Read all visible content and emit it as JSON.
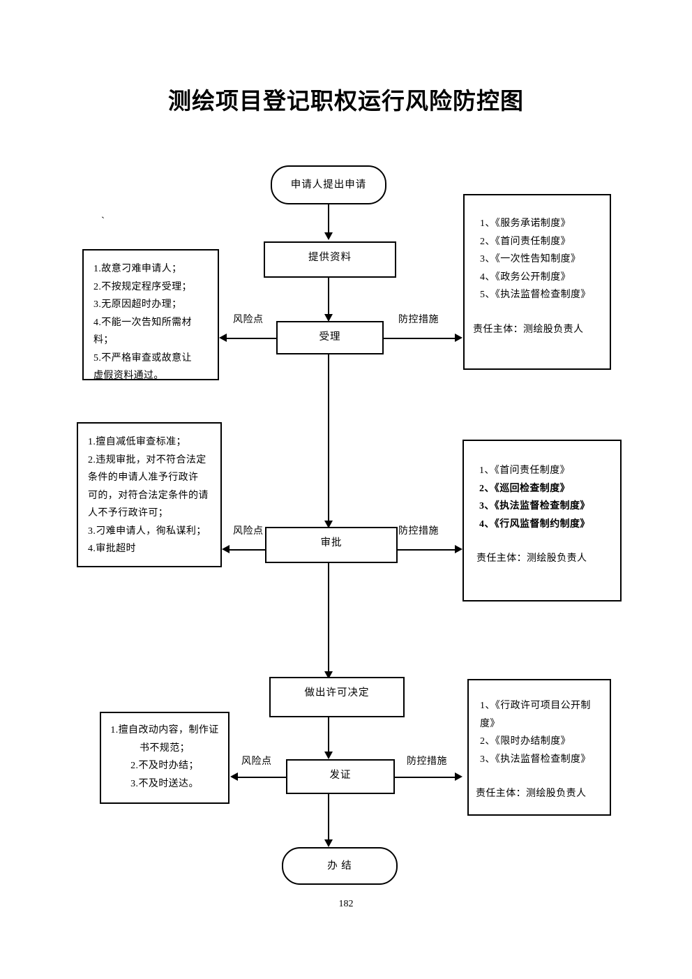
{
  "document": {
    "title": "测绘项目登记职权运行风险防控图",
    "page_number": "182",
    "stray_mark": "`"
  },
  "flow": {
    "start": "申请人提出申请",
    "step_materials": "提供资料",
    "step_acceptance": "受理",
    "step_approval": "审批",
    "step_decision": "做出许可决定",
    "step_issue": "发证",
    "end": "办 结"
  },
  "connector_labels": {
    "risk_point": "风险点",
    "control_measures": "防控措施"
  },
  "risk_boxes": {
    "acceptance": {
      "lines": [
        "1.故意刁难申请人；",
        "2.不按规定程序受理；",
        "3.无原因超时办理；",
        "4.不能一次告知所需材",
        "料；",
        "5.不严格审查或故意让",
        "虚假资料通过。"
      ]
    },
    "approval": {
      "lines": [
        "1.擅自减低审查标准；",
        "2.违规审批，对不符合法定",
        "条件的申请人准予行政许",
        "可的，对符合法定条件的请",
        "人不予行政许可；",
        "3.刁难申请人，徇私谋利；",
        "4.审批超时"
      ]
    },
    "issue": {
      "lines": [
        "1.擅自改动内容，制作证",
        "书不规范；",
        "2.不及时办结；",
        "3.不及时送达。"
      ]
    }
  },
  "measure_boxes": {
    "acceptance": {
      "items": [
        "1、《服务承诺制度》",
        "2、《首问责任制度》",
        "3、《一次性告知制度》",
        "4、《政务公开制度》",
        "5、《执法监督检查制度》"
      ],
      "owner": "责任主体：测绘股负责人"
    },
    "approval": {
      "items": [
        "1、《首问责任制度》",
        "2、《巡回检查制度》",
        "3、《执法监督检查制度》",
        "4、《行风监督制约制度》"
      ],
      "owner": "责任主体：测绘股负责人"
    },
    "issue": {
      "items": [
        "1、《行政许可项目公开制度》",
        "2、《限时办结制度》",
        "3、《执法监督检查制度》"
      ],
      "owner": "责任主体：测绘股负责人"
    }
  }
}
